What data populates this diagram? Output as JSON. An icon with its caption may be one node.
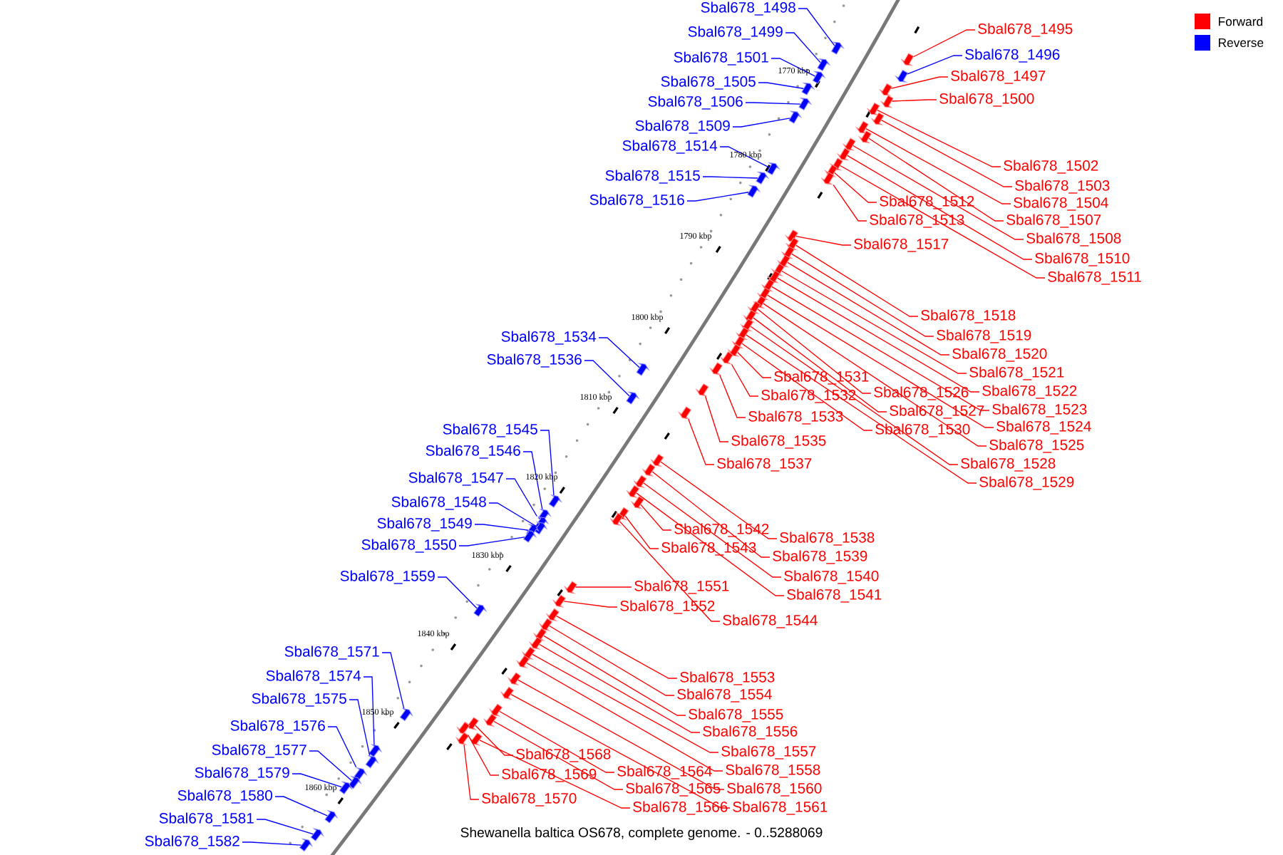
{
  "diagram": {
    "caption": "Shewanella baltica OS678, complete genome. - 0..5288069",
    "nodes": [
      {
        "text": [
          "Sbal678_1495"
        ]
      },
      {
        "text": [
          "Sbal678_1496"
        ]
      },
      {
        "text": [
          "Sbal678_1497"
        ]
      },
      {
        "text": [
          "Sbal678_1498"
        ]
      },
      {
        "text": [
          "Sbal678_1499"
        ]
      },
      {
        "text": [
          "Sbal678_1500"
        ]
      },
      {
        "text": [
          "Sbal678_1501"
        ]
      },
      {
        "text": [
          "Sbal678_1502"
        ]
      },
      {
        "text": [
          "Sbal678_1503"
        ]
      },
      {
        "text": [
          "Sbal678_1504"
        ]
      },
      {
        "text": [
          "Sbal678_1505"
        ]
      },
      {
        "text": [
          "Sbal678_1506"
        ]
      },
      {
        "text": [
          "Sbal678_1507"
        ]
      },
      {
        "text": [
          "Sbal678_1508"
        ]
      },
      {
        "text": [
          "Sbal678_1509"
        ]
      },
      {
        "text": [
          "Sbal678_1510"
        ]
      },
      {
        "text": [
          "Sbal678_1511"
        ]
      },
      {
        "text": [
          "Sbal678_1512"
        ]
      },
      {
        "text": [
          "Sbal678_1513"
        ]
      },
      {
        "text": [
          "Sbal678_1514"
        ]
      },
      {
        "text": [
          "Sbal678_1515"
        ]
      },
      {
        "text": [
          "Sbal678_1516"
        ]
      },
      {
        "text": [
          "Sbal678_1517"
        ]
      },
      {
        "text": [
          "Sbal678_1518"
        ]
      },
      {
        "text": [
          "Sbal678_1519"
        ]
      },
      {
        "text": [
          "Sbal678_1520"
        ]
      },
      {
        "text": [
          "Sbal678_1521"
        ]
      },
      {
        "text": [
          "Sbal678_1522"
        ]
      },
      {
        "text": [
          "Sbal678_1523"
        ]
      },
      {
        "text": [
          "Sbal678_1524"
        ]
      },
      {
        "text": [
          "Sbal678_1525"
        ]
      },
      {
        "text": [
          "Sbal678_1526"
        ]
      },
      {
        "text": [
          "Sbal678_1527"
        ]
      },
      {
        "text": [
          "Sbal678_1528"
        ]
      },
      {
        "text": [
          "Sbal678_1529"
        ]
      },
      {
        "text": [
          "Sbal678_1530"
        ]
      },
      {
        "text": [
          "Sbal678_1531"
        ]
      },
      {
        "text": [
          "Sbal678_1532"
        ]
      },
      {
        "text": [
          "Sbal678_1533"
        ]
      },
      {
        "text": [
          "Sbal678_1534"
        ]
      },
      {
        "text": [
          "Sbal678_1535"
        ]
      },
      {
        "text": [
          "Sbal678_1536"
        ]
      },
      {
        "text": [
          "Sbal678_1537"
        ]
      },
      {
        "text": [
          "Sbal678_1538"
        ]
      },
      {
        "text": [
          "Sbal678_1539"
        ]
      },
      {
        "text": [
          "Sbal678_1540"
        ]
      },
      {
        "text": [
          "Sbal678_1541"
        ]
      },
      {
        "text": [
          "Sbal678_1542"
        ]
      },
      {
        "text": [
          "Sbal678_1543"
        ]
      },
      {
        "text": [
          "Sbal678_1544"
        ]
      },
      {
        "text": [
          "Sbal678_1545"
        ]
      },
      {
        "text": [
          "Sbal678_1546"
        ]
      },
      {
        "text": [
          "Sbal678_1547"
        ]
      },
      {
        "text": [
          "Sbal678_1548"
        ]
      },
      {
        "text": [
          "Sbal678_1549"
        ]
      },
      {
        "text": [
          "Sbal678_1550"
        ]
      },
      {
        "text": [
          "Sbal678_1551"
        ]
      },
      {
        "text": [
          "Sbal678_1552"
        ]
      },
      {
        "text": [
          "Sbal678_1553"
        ]
      },
      {
        "text": [
          "Sbal678_1554"
        ]
      },
      {
        "text": [
          "Sbal678_1555"
        ]
      },
      {
        "text": [
          "Sbal678_1556"
        ]
      },
      {
        "text": [
          "Sbal678_1557"
        ]
      },
      {
        "text": [
          "Sbal678_1558"
        ]
      },
      {
        "text": [
          "Sbal678_1559"
        ]
      },
      {
        "text": [
          "Sbal678_1560"
        ]
      },
      {
        "text": [
          "Sbal678_1561"
        ]
      },
      {
        "text": [
          "Sbal678_1564"
        ]
      },
      {
        "text": [
          "Sbal678_1565"
        ]
      },
      {
        "text": [
          "Sbal678_1566"
        ]
      },
      {
        "text": [
          "Sbal678_1568"
        ]
      },
      {
        "text": [
          "Sbal678_1569"
        ]
      },
      {
        "text": [
          "Sbal678_1570"
        ]
      },
      {
        "text": [
          "Sbal678_1571"
        ]
      },
      {
        "text": [
          "Sbal678_1574"
        ]
      },
      {
        "text": [
          "Sbal678_1575"
        ]
      },
      {
        "text": [
          "Sbal678_1576"
        ]
      },
      {
        "text": [
          "Sbal678_1577"
        ]
      },
      {
        "text": [
          "Sbal678_1579"
        ]
      },
      {
        "text": [
          "Sbal678_1580"
        ]
      },
      {
        "text": [
          "Sbal678_1581"
        ]
      },
      {
        "text": [
          "Sbal678_1582"
        ]
      },
      {
        "text": [],
        "shape": "arrow"
      },
      {
        "text": [],
        "shape": "arrow"
      },
      {
        "text": [],
        "shape": "arrow"
      },
      {
        "text": [],
        "shape": "arrow"
      },
      {
        "text": [],
        "shape": "arrow"
      },
      {
        "text": [],
        "shape": "arrow"
      },
      {
        "text": [],
        "shape": "arrow"
      },
      {
        "text": [],
        "shape": "arrow"
      },
      {
        "text": [],
        "shape": "arrow"
      },
      {
        "text": [],
        "shape": "arrow"
      },
      {
        "text": [],
        "shape": "arrow"
      },
      {
        "text": [],
        "shape": "arrow"
      },
      {
        "text": [],
        "shape": "arrow"
      },
      {
        "text": [],
        "shape": "arrow"
      },
      {
        "text": [],
        "shape": "arrow"
      },
      {
        "text": [],
        "shape": "arrow"
      },
      {
        "text": [],
        "shape": "arrow"
      },
      {
        "text": [],
        "shape": "arrow"
      },
      {
        "text": [],
        "shape": "arrow"
      },
      {
        "text": [],
        "shape": "arrow"
      },
      {
        "text": [],
        "shape": "arrow"
      },
      {
        "text": [],
        "shape": "arrow"
      },
      {
        "text": [],
        "shape": "arrow"
      },
      {
        "text": [],
        "shape": "arrow"
      },
      {
        "text": [],
        "shape": "arrow"
      },
      {
        "text": [],
        "shape": "arrow"
      },
      {
        "text": [],
        "shape": "arrow"
      },
      {
        "text": [],
        "shape": "arrow"
      },
      {
        "text": [],
        "shape": "arrow"
      },
      {
        "text": [],
        "shape": "arrow"
      },
      {
        "text": [],
        "shape": "arrow"
      },
      {
        "text": [],
        "shape": "arrow"
      },
      {
        "text": [],
        "shape": "arrow"
      },
      {
        "text": [],
        "shape": "arrow"
      },
      {
        "text": [],
        "shape": "arrow"
      },
      {
        "text": [],
        "shape": "arrow"
      },
      {
        "text": [],
        "shape": "arrow"
      },
      {
        "text": [],
        "shape": "arrow"
      },
      {
        "text": [],
        "shape": "arrow"
      },
      {
        "text": [],
        "shape": "arrow"
      },
      {
        "text": [],
        "shape": "arrow"
      },
      {
        "text": [],
        "shape": "arrow"
      },
      {
        "text": [],
        "shape": "arrow"
      },
      {
        "text": [],
        "shape": "arrow"
      },
      {
        "text": [],
        "shape": "arrow"
      },
      {
        "text": [],
        "shape": "arrow"
      },
      {
        "text": [],
        "shape": "arrow"
      },
      {
        "text": [],
        "shape": "arrow"
      },
      {
        "text": [],
        "shape": "arrow"
      },
      {
        "text": [],
        "shape": "arrow"
      },
      {
        "text": [],
        "shape": "arrow"
      },
      {
        "text": [],
        "shape": "arrow"
      },
      {
        "text": [],
        "shape": "arrow"
      },
      {
        "text": [],
        "shape": "arrow"
      },
      {
        "text": [],
        "shape": "arrow"
      },
      {
        "text": [],
        "shape": "arrow"
      },
      {
        "text": [],
        "shape": "arrow"
      },
      {
        "text": [],
        "shape": "arrow"
      },
      {
        "text": [],
        "shape": "arrow"
      },
      {
        "text": [],
        "shape": "arrow"
      },
      {
        "text": [],
        "shape": "arrow"
      },
      {
        "text": [],
        "shape": "arrow"
      },
      {
        "text": [],
        "shape": "arrow"
      },
      {
        "text": [],
        "shape": "arrow"
      },
      {
        "text": [],
        "shape": "arrow"
      },
      {
        "text": [],
        "shape": "arrow"
      },
      {
        "text": [],
        "shape": "arrow"
      },
      {
        "text": [],
        "shape": "arrow"
      },
      {
        "text": [],
        "shape": "arrow"
      },
      {
        "text": [],
        "shape": "arrow"
      },
      {
        "text": [],
        "shape": "arrow"
      },
      {
        "text": [],
        "shape": "arrow"
      },
      {
        "text": [],
        "shape": "arrow"
      },
      {
        "text": [],
        "shape": "arrow"
      },
      {
        "text": [],
        "shape": "arrow"
      },
      {
        "text": [],
        "shape": "arrow"
      },
      {
        "text": [],
        "shape": "arrow"
      },
      {
        "text": [],
        "shape": "arrow"
      },
      {
        "text": [],
        "shape": "arrow"
      },
      {
        "text": [],
        "shape": "arrow"
      },
      {
        "text": [],
        "shape": "arrow"
      },
      {
        "text": [],
        "shape": "arrow"
      }
    ],
    "edges": [
      {
        "from": 0,
        "to": 82,
        "arrow": "none"
      },
      {
        "from": 1,
        "to": 83,
        "arrow": "none",
        "color": "#0000ff"
      },
      {
        "from": 2,
        "to": 84,
        "arrow": "none"
      },
      {
        "from": 3,
        "to": 85,
        "arrow": "none",
        "color": "#0000ff"
      },
      {
        "from": 4,
        "to": 86,
        "arrow": "none",
        "color": "#0000ff"
      },
      {
        "from": 5,
        "to": 87,
        "arrow": "none"
      },
      {
        "from": 6,
        "to": 88,
        "arrow": "none",
        "color": "#0000ff"
      },
      {
        "from": 7,
        "to": 89,
        "arrow": "none"
      },
      {
        "from": 8,
        "to": 90,
        "arrow": "none"
      },
      {
        "from": 9,
        "to": 91,
        "arrow": "none"
      },
      {
        "from": 10,
        "to": 92,
        "arrow": "none",
        "color": "#0000ff"
      },
      {
        "from": 11,
        "to": 93,
        "arrow": "none",
        "color": "#0000ff"
      },
      {
        "from": 12,
        "to": 94,
        "arrow": "none"
      },
      {
        "from": 13,
        "to": 95,
        "arrow": "none"
      },
      {
        "from": 14,
        "to": 96,
        "arrow": "none",
        "color": "#0000ff"
      },
      {
        "from": 15,
        "to": 97,
        "arrow": "none"
      },
      {
        "from": 16,
        "to": 98,
        "arrow": "none"
      },
      {
        "from": 17,
        "to": 99,
        "arrow": "none"
      },
      {
        "from": 18,
        "to": 100,
        "arrow": "none"
      },
      {
        "from": 19,
        "to": 101,
        "arrow": "none",
        "color": "#0000ff"
      },
      {
        "from": 20,
        "to": 102,
        "arrow": "none",
        "color": "#0000ff"
      },
      {
        "from": 21,
        "to": 103,
        "arrow": "none",
        "color": "#0000ff"
      },
      {
        "from": 22,
        "to": 104,
        "arrow": "none"
      },
      {
        "from": 23,
        "to": 105,
        "arrow": "none"
      },
      {
        "from": 24,
        "to": 106,
        "arrow": "none"
      },
      {
        "from": 25,
        "to": 107,
        "arrow": "none"
      },
      {
        "from": 26,
        "to": 108,
        "arrow": "none"
      },
      {
        "from": 27,
        "to": 109,
        "arrow": "none"
      },
      {
        "from": 28,
        "to": 110,
        "arrow": "none"
      },
      {
        "from": 29,
        "to": 111,
        "arrow": "none"
      },
      {
        "from": 30,
        "to": 112,
        "arrow": "none"
      },
      {
        "from": 31,
        "to": 113,
        "arrow": "none"
      },
      {
        "from": 32,
        "to": 114,
        "arrow": "none"
      },
      {
        "from": 33,
        "to": 115,
        "arrow": "none"
      },
      {
        "from": 34,
        "to": 116,
        "arrow": "none"
      },
      {
        "from": 35,
        "to": 117,
        "arrow": "none"
      },
      {
        "from": 36,
        "to": 118,
        "arrow": "none"
      },
      {
        "from": 37,
        "to": 119,
        "arrow": "none"
      },
      {
        "from": 38,
        "to": 120,
        "arrow": "none"
      },
      {
        "from": 39,
        "to": 121,
        "arrow": "none",
        "color": "#0000ff"
      },
      {
        "from": 40,
        "to": 122,
        "arrow": "none"
      },
      {
        "from": 41,
        "to": 123,
        "arrow": "none",
        "color": "#0000ff"
      },
      {
        "from": 42,
        "to": 124,
        "arrow": "none"
      },
      {
        "from": 43,
        "to": 125,
        "arrow": "none"
      },
      {
        "from": 44,
        "to": 126,
        "arrow": "none"
      },
      {
        "from": 45,
        "to": 127,
        "arrow": "none"
      },
      {
        "from": 46,
        "to": 128,
        "arrow": "none"
      },
      {
        "from": 47,
        "to": 129,
        "arrow": "none"
      },
      {
        "from": 48,
        "to": 130,
        "arrow": "none"
      },
      {
        "from": 49,
        "to": 131,
        "arrow": "none"
      },
      {
        "from": 50,
        "to": 132,
        "arrow": "none",
        "color": "#0000ff"
      },
      {
        "from": 51,
        "to": 133,
        "arrow": "none",
        "color": "#0000ff"
      },
      {
        "from": 52,
        "to": 134,
        "arrow": "none",
        "color": "#0000ff"
      },
      {
        "from": 53,
        "to": 135,
        "arrow": "none",
        "color": "#0000ff"
      },
      {
        "from": 54,
        "to": 136,
        "arrow": "none",
        "color": "#0000ff"
      },
      {
        "from": 55,
        "to": 137,
        "arrow": "none",
        "color": "#0000ff"
      },
      {
        "from": 56,
        "to": 138,
        "arrow": "none"
      },
      {
        "from": 57,
        "to": 139,
        "arrow": "none"
      },
      {
        "from": 58,
        "to": 140,
        "arrow": "none"
      },
      {
        "from": 59,
        "to": 141,
        "arrow": "none"
      },
      {
        "from": 60,
        "to": 142,
        "arrow": "none"
      },
      {
        "from": 61,
        "to": 143,
        "arrow": "none"
      },
      {
        "from": 62,
        "to": 144,
        "arrow": "none"
      },
      {
        "from": 63,
        "to": 145,
        "arrow": "none"
      },
      {
        "from": 64,
        "to": 146,
        "arrow": "none",
        "color": "#0000ff"
      },
      {
        "from": 65,
        "to": 147,
        "arrow": "none"
      },
      {
        "from": 66,
        "to": 148,
        "arrow": "none"
      },
      {
        "from": 67,
        "to": 149,
        "arrow": "none"
      },
      {
        "from": 68,
        "to": 150,
        "arrow": "none"
      },
      {
        "from": 69,
        "to": 151,
        "arrow": "none"
      },
      {
        "from": 70,
        "to": 152,
        "arrow": "none"
      },
      {
        "from": 71,
        "to": 153,
        "arrow": "none"
      },
      {
        "from": 72,
        "to": 154,
        "arrow": "none"
      },
      {
        "from": 73,
        "to": 155,
        "arrow": "none",
        "color": "#0000ff"
      },
      {
        "from": 74,
        "to": 156,
        "arrow": "none",
        "color": "#0000ff"
      },
      {
        "from": 75,
        "to": 157,
        "arrow": "none",
        "color": "#0000ff"
      },
      {
        "from": 76,
        "to": 158,
        "arrow": "none",
        "color": "#0000ff"
      },
      {
        "from": 77,
        "to": 159,
        "arrow": "none",
        "color": "#0000ff"
      },
      {
        "from": 78,
        "to": 160,
        "arrow": "none",
        "color": "#0000ff"
      },
      {
        "from": 79,
        "to": 161,
        "arrow": "none",
        "color": "#0000ff"
      },
      {
        "from": 80,
        "to": 162,
        "arrow": "none",
        "color": "#0000ff"
      },
      {
        "from": 81,
        "to": 163,
        "arrow": "none",
        "color": "#0000ff"
      }
    ],
    "labels": [
      "1770 kbp",
      "1780 kbp",
      "1790 kbp",
      "1800 kbp",
      "1810 kbp",
      "1820 kbp",
      "1830 kbp",
      "1840 kbp",
      "1850 kbp",
      "1860 kbp"
    ],
    "legend": [
      {
        "text": "Forward",
        "color": "#ff0000"
      },
      {
        "text": "Reverse",
        "color": "#0000ff"
      }
    ]
  }
}
